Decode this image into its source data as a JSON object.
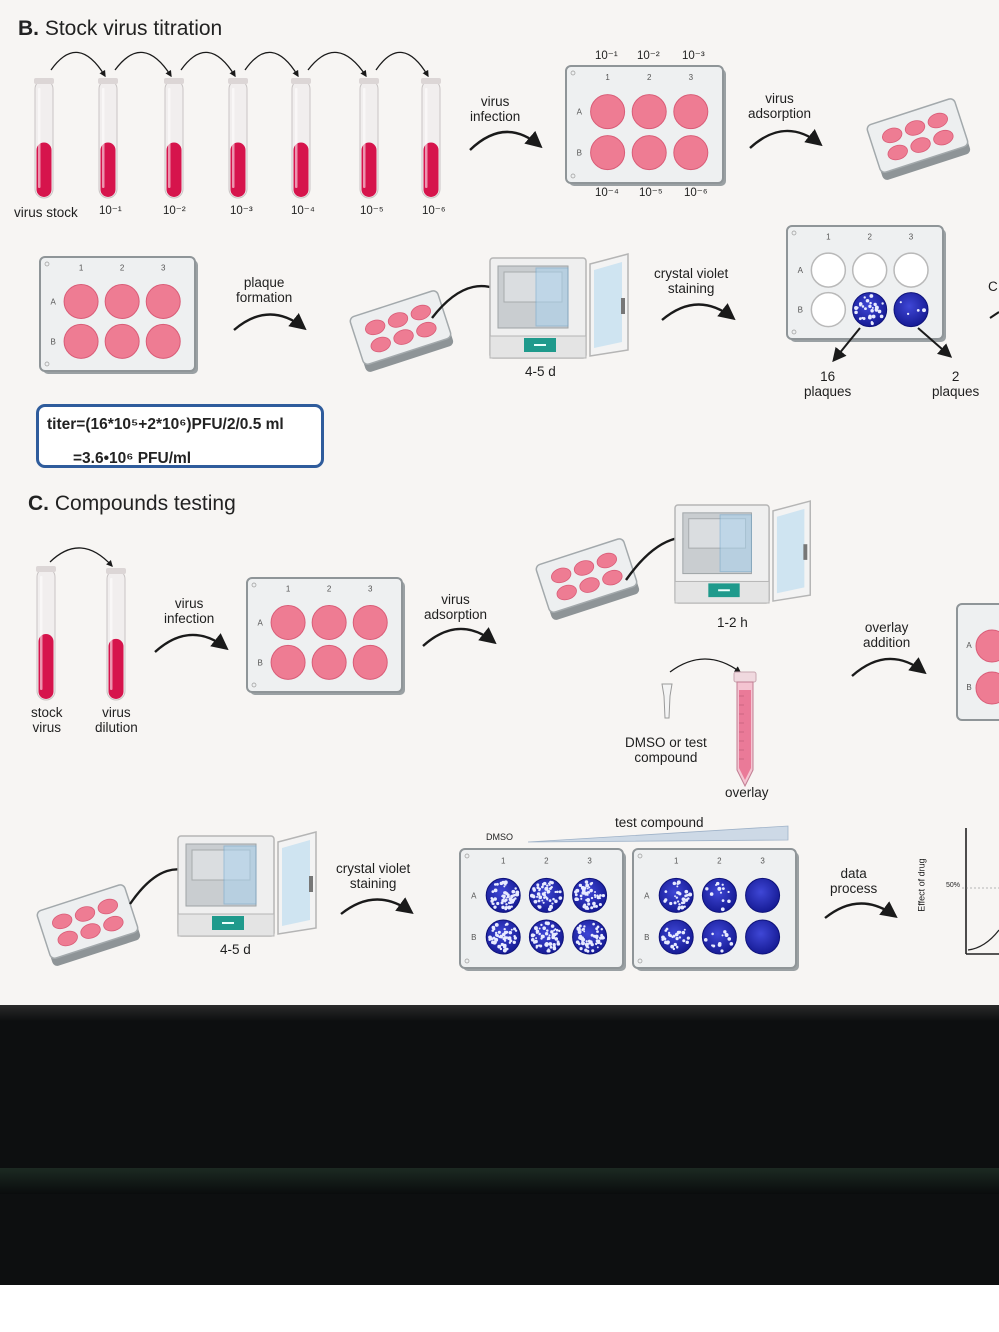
{
  "section_b": {
    "letter": "B.",
    "title": "Stock virus titration",
    "tube_labels": [
      "virus stock",
      "10⁻¹",
      "10⁻²",
      "10⁻³",
      "10⁻⁴",
      "10⁻⁵",
      "10⁻⁶"
    ],
    "plate_top_labels": [
      "10⁻¹",
      "10⁻²",
      "10⁻³"
    ],
    "plate_bottom_labels": [
      "10⁻⁴",
      "10⁻⁵",
      "10⁻⁶"
    ],
    "step_virus_infection": "virus\ninfection",
    "step_virus_adsorption": "virus\nadsorption",
    "step_plaque_formation": "plaque\nformation",
    "incubation_time": "4-5 d",
    "step_crystal_violet": "crystal violet\nstaining",
    "plaques_16": "16\nplaques",
    "plaques_2": "2\nplaques",
    "edge_letter": "C",
    "titer_line1": "titer=(16*10⁵+2*10⁶)PFU/2/0.5 ml",
    "titer_line2": "=3.6•10⁶ PFU/ml"
  },
  "section_c": {
    "letter": "C.",
    "title": "Compounds testing",
    "stock_virus": "stock\nvirus",
    "virus_dilution": "virus\ndilution",
    "step_virus_infection": "virus\ninfection",
    "step_virus_adsorption": "virus\nadsorption",
    "incubation_short": "1-2 h",
    "dmso_label": "DMSO or test\ncompound",
    "overlay_label": "overlay",
    "step_overlay_addition": "overlay\naddition",
    "incubation_long": "4-5 d",
    "step_crystal_violet": "crystal violet\nstaining",
    "dmso_header": "DMSO",
    "test_compound_header": "test compound",
    "step_data_process": "data\nprocess",
    "y_axis_label": "Effect of drug",
    "fifty_pct": "50%"
  },
  "plate": {
    "column_labels": [
      "1",
      "2",
      "3"
    ],
    "row_labels": [
      "A",
      "B"
    ]
  },
  "colors": {
    "tube_liquid": "#d6144c",
    "well_pink": "#ee7c93",
    "crystal_violet": "#1a1fa8",
    "plate_frame": "#8f9598",
    "titer_border": "#2f5c9c",
    "incubator_teal": "#1f9a8c",
    "bezel": "#0d0f10"
  }
}
